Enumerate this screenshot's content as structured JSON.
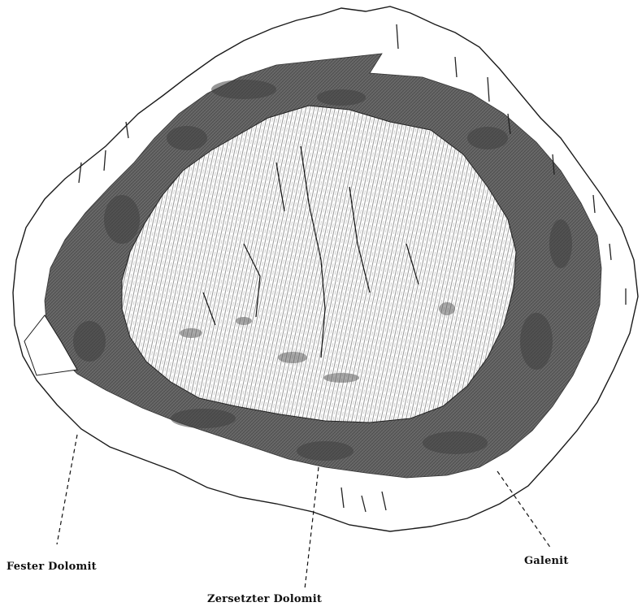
{
  "labels": {
    "fester_dolomit": "Fester Dolomit",
    "zersetzter_dolomit": "Zersetzter Dolomit",
    "galenit": "Galenit"
  },
  "colors": {
    "galenit_band": "#5e5e5e",
    "outline": "#1a1a1a",
    "hatch": "#333333",
    "background": "#ffffff"
  }
}
